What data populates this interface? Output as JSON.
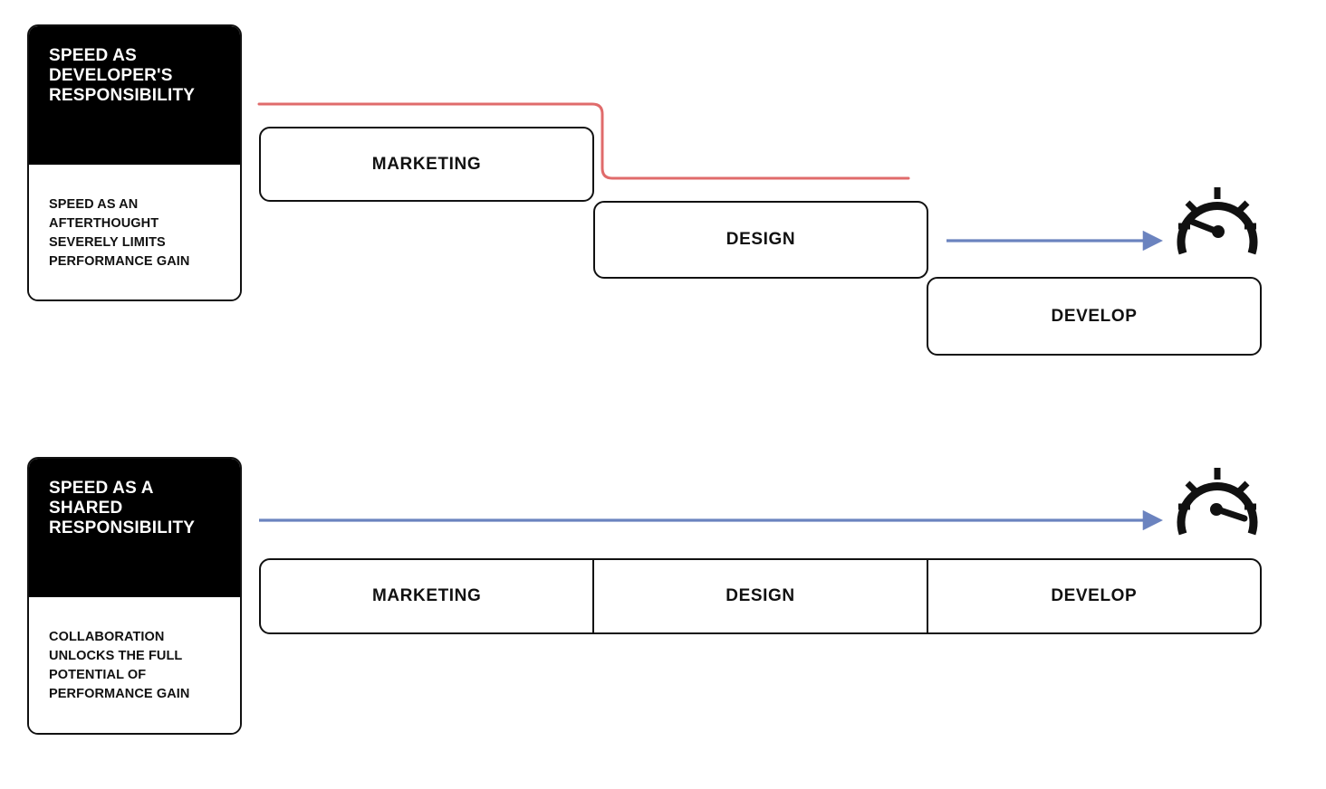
{
  "diagram": {
    "title": "Speed as developer's responsibility vs. shared responsibility",
    "colors": {
      "ink": "#111111",
      "card_header_bg": "#000000",
      "card_header_text": "#ffffff",
      "slow_line": "#e06b6b",
      "fast_arrow": "#6b83bf",
      "canvas": "#ffffff"
    }
  },
  "sections": [
    {
      "id": "developer-responsibility",
      "card": {
        "heading": "SPEED AS\nDEVELOPER'S\nRESPONSIBILITY",
        "body": "SPEED AS AN\nAFTERTHOUGHT\nSEVERELY LIMITS\nPERFORMANCE GAIN"
      },
      "stages": [
        {
          "label": "MARKETING"
        },
        {
          "label": "DESIGN"
        },
        {
          "label": "DEVELOP"
        }
      ],
      "connector": {
        "slow_line_name": "slow-performance-line",
        "arrow_name": "performance-arrow",
        "arrow_has_head": true
      },
      "gauge": {
        "name": "speedometer-low",
        "needle_direction": "left",
        "reading": "low"
      }
    },
    {
      "id": "shared-responsibility",
      "card": {
        "heading": "SPEED AS A\nSHARED\nRESPONSIBILITY",
        "body": "COLLABORATION\nUNLOCKS THE FULL\nPOTENTIAL OF\nPERFORMANCE GAIN"
      },
      "stages": [
        {
          "label": "MARKETING"
        },
        {
          "label": "DESIGN"
        },
        {
          "label": "DEVELOP"
        }
      ],
      "connector": {
        "arrow_name": "performance-arrow",
        "arrow_has_head": true
      },
      "gauge": {
        "name": "speedometer-high",
        "needle_direction": "right",
        "reading": "high"
      }
    }
  ]
}
